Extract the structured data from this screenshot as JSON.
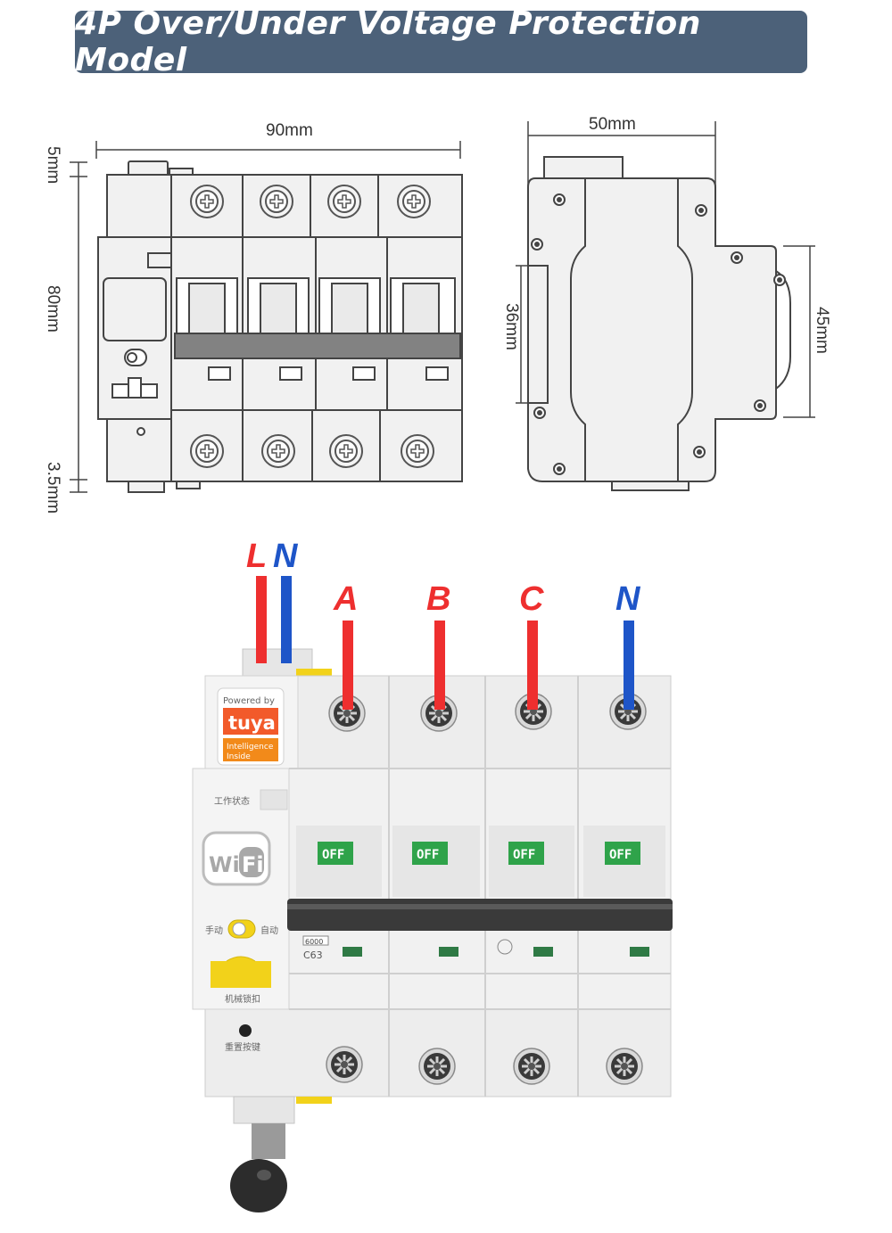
{
  "title": "4P Over/Under Voltage Protection Model",
  "dimensions": {
    "front_width": "90mm",
    "top_offset": "5mm",
    "height": "80mm",
    "bottom_offset": "3.5mm",
    "side_depth": "50mm",
    "rail_height": "36mm",
    "front_face_height": "45mm"
  },
  "wiring": {
    "control_labels": [
      "L",
      "N"
    ],
    "phase_labels": [
      "A",
      "B",
      "C",
      "N"
    ],
    "colors": {
      "live": "#ee2f2f",
      "neutral": "#1e55c8"
    }
  },
  "device": {
    "brand_powered_by": "Powered by",
    "brand_name": "tuya",
    "brand_tagline_1": "Intelligence",
    "brand_tagline_2": "Inside",
    "status_label": "工作状态",
    "wifi_left": "Wi",
    "wifi_right": "Fi",
    "manual_label": "手动",
    "auto_label": "自动",
    "lock_label": "机械锁扣",
    "reset_label": "重置按键",
    "breaker_state": "OFF",
    "rating_box": "6000",
    "rating": "C63"
  }
}
